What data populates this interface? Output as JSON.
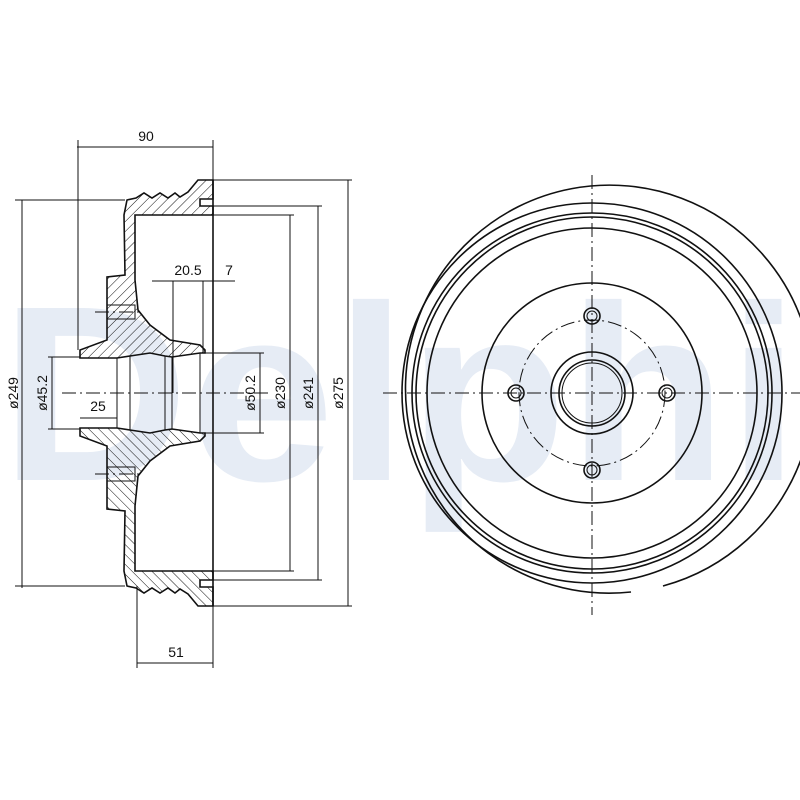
{
  "watermark": {
    "text": "Delphi",
    "color": "#e6ecf5"
  },
  "section_view": {
    "dimensions": {
      "overall_depth": "90",
      "diameter_249": "ø249",
      "bore_diameter": "ø45.2",
      "bore_depth": "25",
      "offset_a": "20.5",
      "offset_b": "7",
      "bore_diameter_outer": "ø50.2",
      "braking_diameter": "ø230",
      "diameter_241": "ø241",
      "outer_diameter": "ø275",
      "braking_width": "51"
    }
  },
  "front_view": {
    "bolt_holes": 4
  }
}
